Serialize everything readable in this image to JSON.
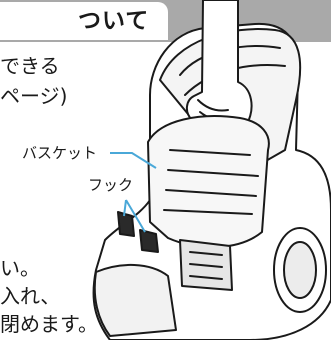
{
  "header": {
    "title_fragment": "ついて"
  },
  "body_text": {
    "line1": "できる",
    "line2": "ページ)",
    "line3": "い。",
    "line4": "入れ、",
    "line5": "閉めます。"
  },
  "callouts": {
    "basket": "バスケット",
    "hook": "フック"
  },
  "colors": {
    "header_band": "#a9a9a9",
    "leader_line": "#4aa8d8",
    "line_art": "#1a1a1a"
  }
}
